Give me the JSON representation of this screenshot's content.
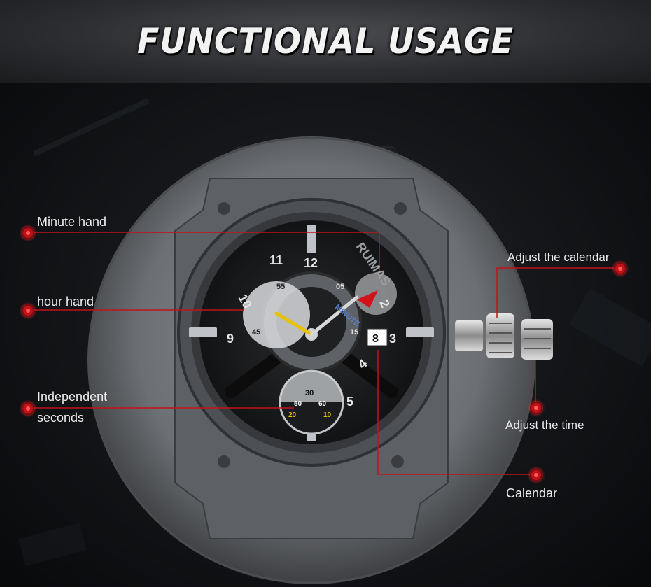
{
  "header": {
    "title": "FUNCTIONAL USAGE"
  },
  "watch": {
    "brand": "RUIMAS",
    "subdial_label": "MINUTE",
    "date_window": "8",
    "hour_markers": [
      "12",
      "2",
      "3",
      "4",
      "5",
      "9",
      "10",
      "11"
    ],
    "minute_subdial_numbers": [
      "55",
      "05",
      "45",
      "15"
    ],
    "seconds_subdial_numbers": [
      "30",
      "50",
      "60",
      "20",
      "10"
    ]
  },
  "callouts": {
    "minute_hand": "Minute hand",
    "hour_hand": "hour hand",
    "independent_seconds_1": "Independent",
    "independent_seconds_2": "seconds",
    "adjust_calendar": "Adjust the calendar",
    "adjust_time": "Adjust the time",
    "calendar": "Calendar"
  },
  "colors": {
    "callout_line": "#c1121a",
    "accent_yellow": "#e6c200",
    "accent_red": "#d1121b",
    "case_gray": "#6f7276"
  }
}
